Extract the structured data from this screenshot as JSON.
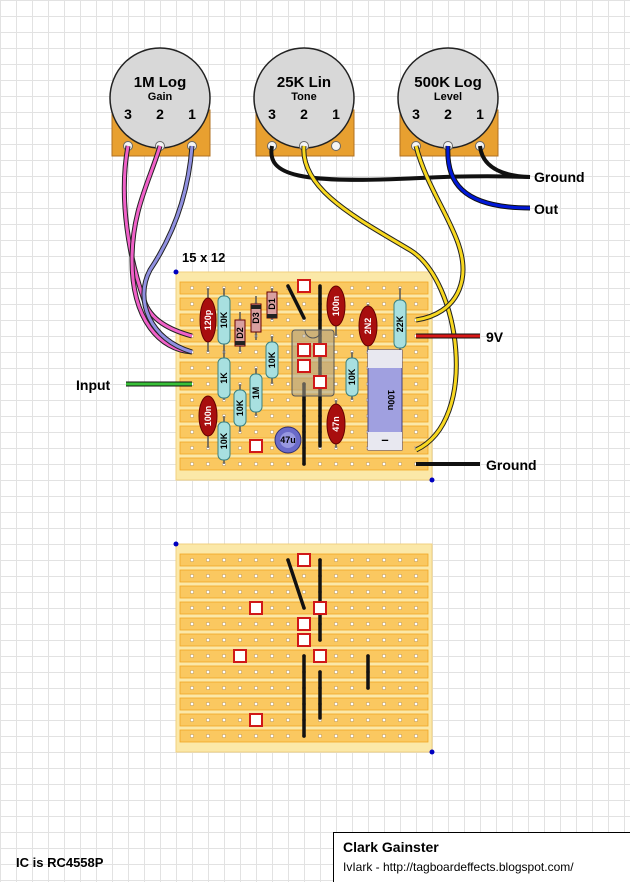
{
  "pots": [
    {
      "value": "1M Log",
      "name": "Gain",
      "pins": [
        "3",
        "2",
        "1"
      ]
    },
    {
      "value": "25K Lin",
      "name": "Tone",
      "pins": [
        "3",
        "2",
        "1"
      ]
    },
    {
      "value": "500K Log",
      "name": "Level",
      "pins": [
        "3",
        "2",
        "1"
      ]
    }
  ],
  "board": {
    "size_label": "15 x 12"
  },
  "labels": {
    "ground_top": "Ground",
    "out": "Out",
    "v9": "9V",
    "input": "Input",
    "ground_bottom": "Ground"
  },
  "components": {
    "c120p": "120p",
    "r10k_a": "10K",
    "d2": "D2",
    "d3": "D3",
    "d1": "D1",
    "r10k_b": "10K",
    "c100n_a": "100n",
    "c2n2": "2N2",
    "r22k": "22K",
    "r1k": "1K",
    "r10k_c": "10K",
    "r1m": "1M",
    "r10k_d": "10K",
    "c100u": "100u",
    "c100n_b": "100n",
    "r10k_e": "10K",
    "c47u": "47u",
    "c47n": "47n",
    "minus": "–"
  },
  "credit": {
    "title": "Clark Gainster",
    "subtitle": "IvIark - http://tagboardeffects.blogspot.com/"
  },
  "ic_note": "IC is RC4558P",
  "colors": {
    "board": "#f2a623",
    "strip": "#fac860",
    "wire_pink": "#f060c8",
    "wire_lavender": "#9090e0",
    "wire_yellow": "#f8d820",
    "wire_blue": "#0018d8",
    "wire_green": "#38c038",
    "wire_red": "#d81818",
    "resistor": "#a8e0e0",
    "capacitor": "#a80e0e",
    "electrolytic": "#6a6ac8"
  }
}
